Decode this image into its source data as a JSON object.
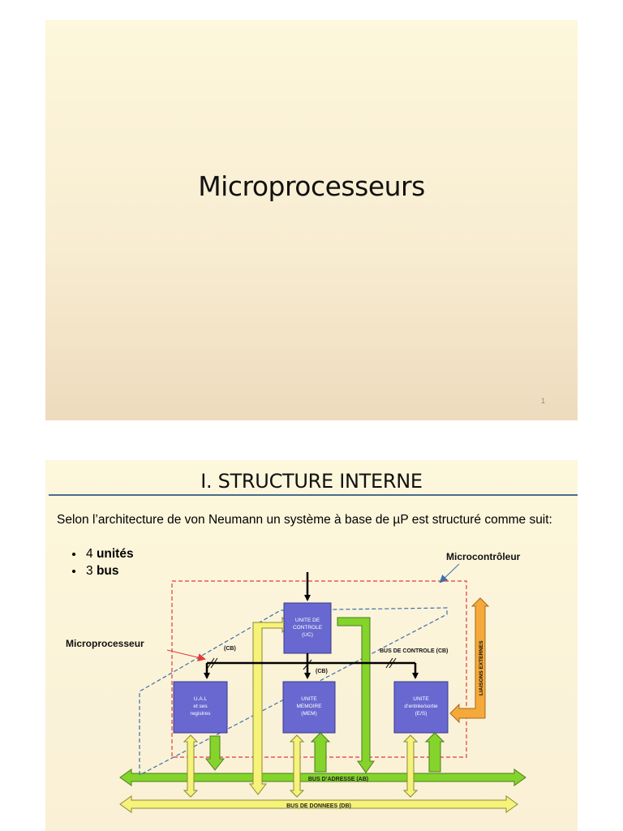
{
  "slide1": {
    "title": "Microprocesseurs",
    "page_number": "1"
  },
  "slide2": {
    "title": "I. STRUCTURE INTERNE",
    "intro": "Selon l’architecture de von Neumann un système à base de µP est structuré comme suit:",
    "bullets": [
      {
        "count": "4",
        "term": "unités"
      },
      {
        "count": "3",
        "term": "bus"
      }
    ],
    "diagram": {
      "label_microcontroleur": "Microcontrôleur",
      "label_microprocesseur": "Microprocesseur",
      "uc": [
        "UNITE DE",
        "CONTROLE",
        "(UC)"
      ],
      "ual": [
        "U.A.L",
        "et ses",
        "registres"
      ],
      "mem": [
        "UNITE",
        "MEMOIRE",
        "(MEM)"
      ],
      "es": [
        "UNITE",
        "d’entrée/sortie",
        "(E/S)"
      ],
      "cb_left": "(CB)",
      "cb_center": "(CB)",
      "bus_controle": "BUS DE CONTROLE (CB)",
      "liaisons": "LIAISONS EXTERNES",
      "bus_adresse": "BUS D’ADRESSE (AB)",
      "bus_donnees": "BUS DE DONNEES (DB)"
    },
    "colors": {
      "unit_fill": "#6868d0",
      "bus_green": "#84d42c",
      "bus_yellow": "#f6f27a",
      "arrow_orange": "#f4a93a",
      "dash_red": "#e23b3b",
      "dash_blue": "#3f6fa8"
    }
  }
}
